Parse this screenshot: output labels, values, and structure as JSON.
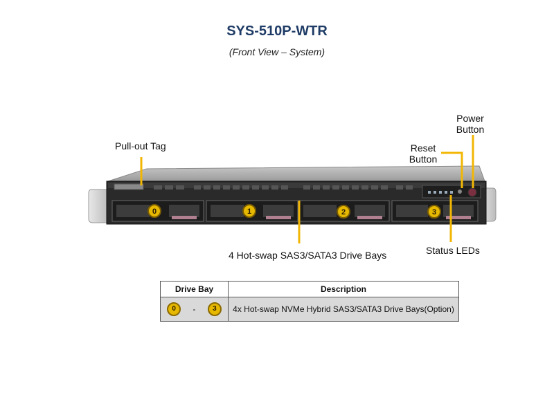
{
  "header": {
    "title": "SYS-510P-WTR",
    "subtitle": "(Front View – System)"
  },
  "callouts": {
    "pullout_tag": "Pull-out Tag",
    "reset_button_line1": "Reset",
    "reset_button_line2": "Button",
    "power_button_line1": "Power",
    "power_button_line2": "Button",
    "drive_bays": "4 Hot-swap SAS3/SATA3 Drive Bays",
    "status_leds": "Status LEDs"
  },
  "bays": [
    "0",
    "1",
    "2",
    "3"
  ],
  "table": {
    "headers": [
      "Drive Bay",
      "Description"
    ],
    "row": {
      "bay_start": "0",
      "separator": "-",
      "bay_end": "3",
      "description": "4x Hot-swap NVMe Hybrid SAS3/SATA3 Drive Bays(Option)"
    }
  },
  "colors": {
    "callout_line": "#f2b705",
    "badge_fill": "#e6b800",
    "title": "#1f3c66"
  }
}
